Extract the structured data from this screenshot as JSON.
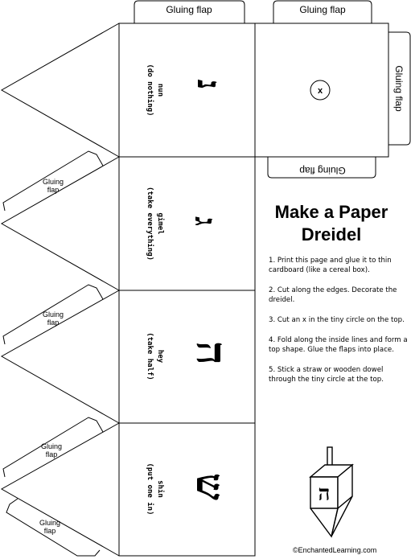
{
  "title": {
    "line1": "Make a Paper",
    "line2": "Dreidel"
  },
  "flaps": {
    "top_left": "Gluing flap",
    "top_right": "Gluing flap",
    "right_side": "Gluing flap",
    "bottom_inverted": "Gluing flap",
    "left_1_line1": "Gluing",
    "left_1_line2": "flap",
    "left_2_line1": "Gluing",
    "left_2_line2": "flap",
    "left_3_line1": "Gluing",
    "left_3_line2": "flap",
    "left_4_line1": "Gluing",
    "left_4_line2": "flap"
  },
  "faces": [
    {
      "name": "nun",
      "meaning": "(do nothing)",
      "glyph": "נ"
    },
    {
      "name": "gimel",
      "meaning": "(take everything)",
      "glyph": "ג"
    },
    {
      "name": "hey",
      "meaning": "(take half)",
      "glyph": "ה"
    },
    {
      "name": "shin",
      "meaning": "(put one in)",
      "glyph": "ש"
    }
  ],
  "hole_mark": "x",
  "steps": [
    "1.  Print this page and glue it to thin cardboard (like a cereal box).",
    "2. Cut along the edges.  Decorate the dreidel.",
    "3. Cut an x in the tiny circle on the top.",
    "4. Fold along the inside lines and form a top shape.  Glue the flaps into place.",
    "5.  Stick a straw or wooden dowel through the tiny circle at the top."
  ],
  "illustration_glyph": "ה",
  "credit": "©EnchantedLearning.com"
}
